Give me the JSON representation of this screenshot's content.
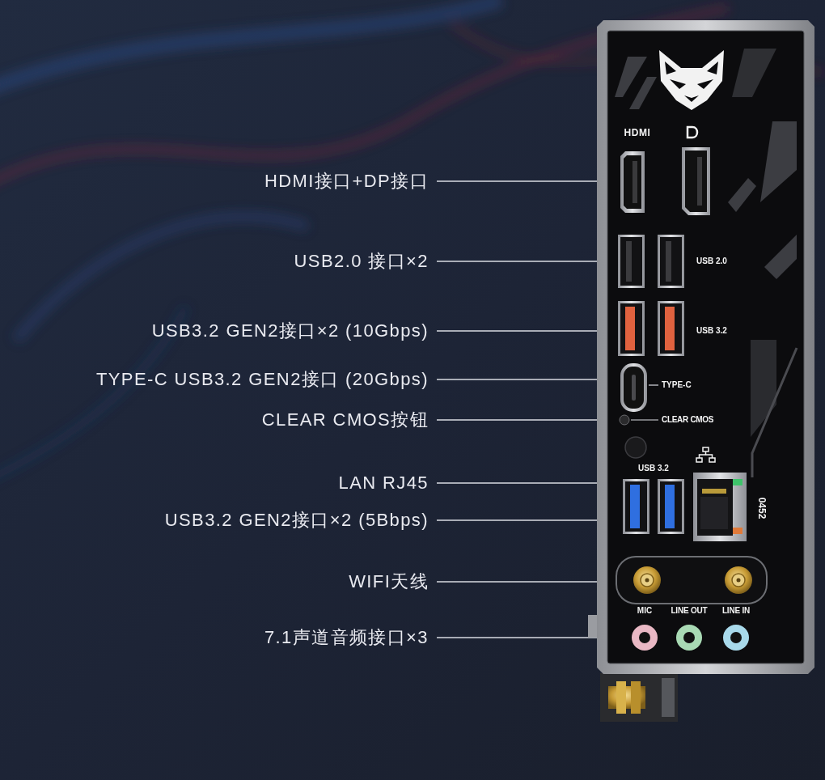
{
  "diagram": {
    "labels": [
      "HDMI接口+DP接口",
      "USB2.0 接口×2",
      "USB3.2 GEN2接口×2 (10Gbps)",
      "TYPE-C USB3.2 GEN2接口 (20Gbps)",
      "CLEAR CMOS按钮",
      "LAN RJ45",
      "USB3.2 GEN2接口×2 (5Bbps)",
      "WIFI天线",
      "7.1声道音频接口×3",
      "HDMI",
      "USB 2.0",
      "USB 3.2",
      "TYPE-C",
      "CLEAR CMOS",
      "USB 3.2",
      "0452",
      "MIC",
      "LINE OUT",
      "LINE IN"
    ]
  }
}
